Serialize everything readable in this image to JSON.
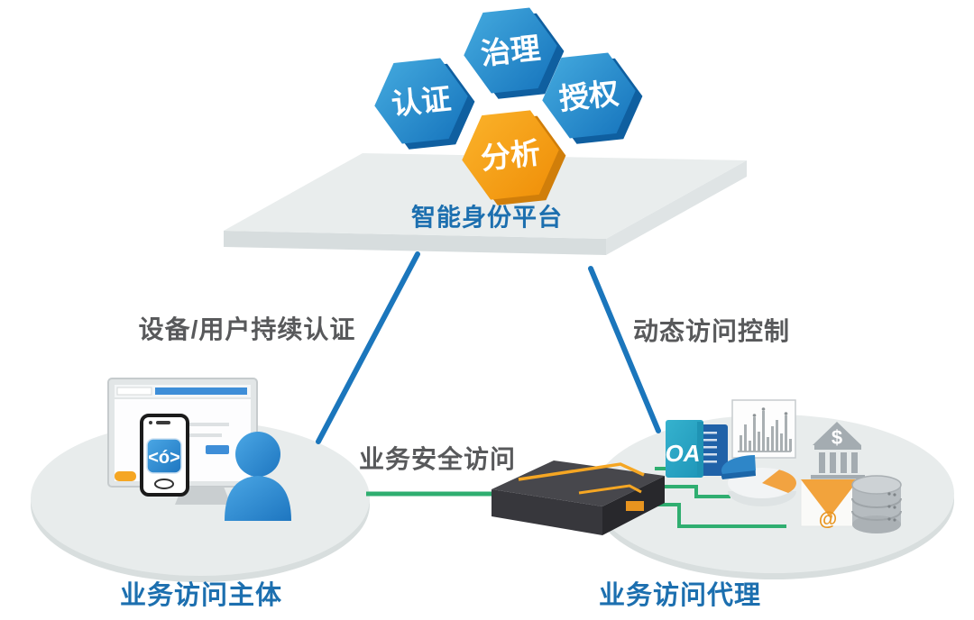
{
  "hexagons": [
    {
      "label": "认证"
    },
    {
      "label": "治理"
    },
    {
      "label": "授权"
    },
    {
      "label": "分析"
    }
  ],
  "platform": {
    "label": "智能身份平台"
  },
  "edges": {
    "left_label": "设备/用户持续认证",
    "right_label": "动态访问控制",
    "center_label": "业务安全访问"
  },
  "nodes": {
    "subject_label": "业务访问主体",
    "proxy_label": "业务访问代理"
  },
  "icons": {
    "oa_text": "OA",
    "bank_symbol": "$",
    "email_symbol": "@",
    "phone_app_logo": "code-brackets-logo",
    "gateway": "security-gateway-appliance",
    "bar_chart": "bar-chart-document",
    "pie_chart": "pie-chart-3d",
    "database": "database-cylinder",
    "bank": "bank-building",
    "email": "email-envelope",
    "user": "person-silhouette",
    "browser": "browser-window",
    "phone": "smartphone"
  },
  "colors": {
    "hexagon_blue": "#2B93D1",
    "hexagon_blue_edge": "#0F5FA0",
    "hexagon_orange": "#F7A21B",
    "hexagon_orange_edge": "#D07E0A",
    "platform_fill": "#E9EDED",
    "connector_blue": "#1B76BC",
    "connector_green": "#2FAE70",
    "label_blue": "#1C6FAF",
    "label_gray": "#58595B",
    "accent_orange": "#F5A623"
  }
}
